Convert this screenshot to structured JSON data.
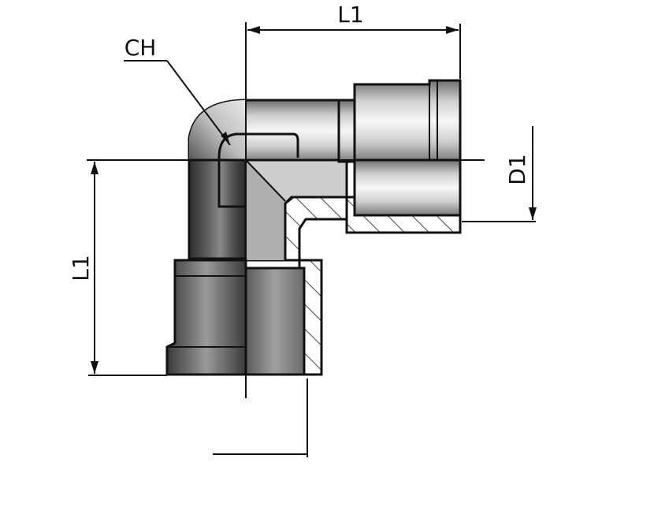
{
  "labels": {
    "top_length": "L1",
    "side_length": "L1",
    "hex": "CH",
    "diameter": "D1"
  },
  "colors": {
    "ink": "#111111",
    "metal_light": "#f2f2f2",
    "metal_mid": "#b8b8b8",
    "metal_dark": "#444444",
    "section": "#dcdcdc"
  }
}
